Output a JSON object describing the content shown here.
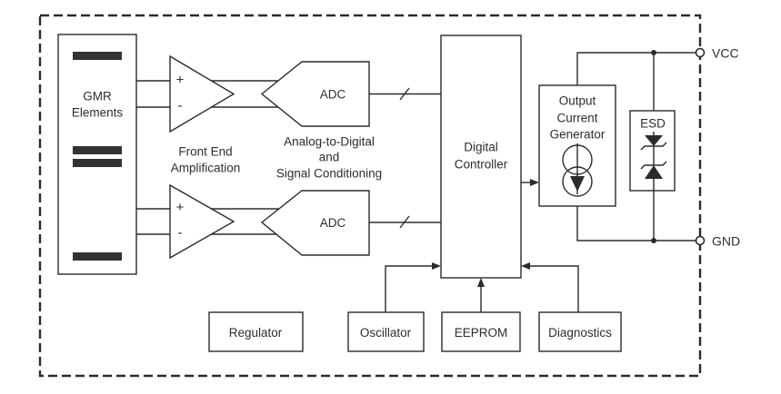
{
  "diagram_type": "block-diagram",
  "colors": {
    "stroke": "#2b2b2b",
    "bar_fill": "#333333",
    "text": "#2d2d2d",
    "background": "#ffffff"
  },
  "blocks": {
    "gmr": {
      "label_line1": "GMR",
      "label_line2": "Elements"
    },
    "front_end": {
      "caption_line1": "Front End",
      "caption_line2": "Amplification",
      "plus": "+",
      "minus": "-"
    },
    "adc_top": {
      "label": "ADC"
    },
    "adc_bottom": {
      "label": "ADC"
    },
    "adc_caption": {
      "line1": "Analog-to-Digital",
      "line2": "and",
      "line3": "Signal Conditioning"
    },
    "digital_controller": {
      "label_line1": "Digital",
      "label_line2": "Controller"
    },
    "output_current_generator": {
      "label_line1": "Output",
      "label_line2": "Current",
      "label_line3": "Generator"
    },
    "esd": {
      "label": "ESD"
    },
    "regulator": {
      "label": "Regulator"
    },
    "oscillator": {
      "label": "Oscillator"
    },
    "eeprom": {
      "label": "EEPROM"
    },
    "diagnostics": {
      "label": "Diagnostics"
    }
  },
  "terminals": {
    "vcc": {
      "label": "VCC"
    },
    "gnd": {
      "label": "GND"
    }
  }
}
